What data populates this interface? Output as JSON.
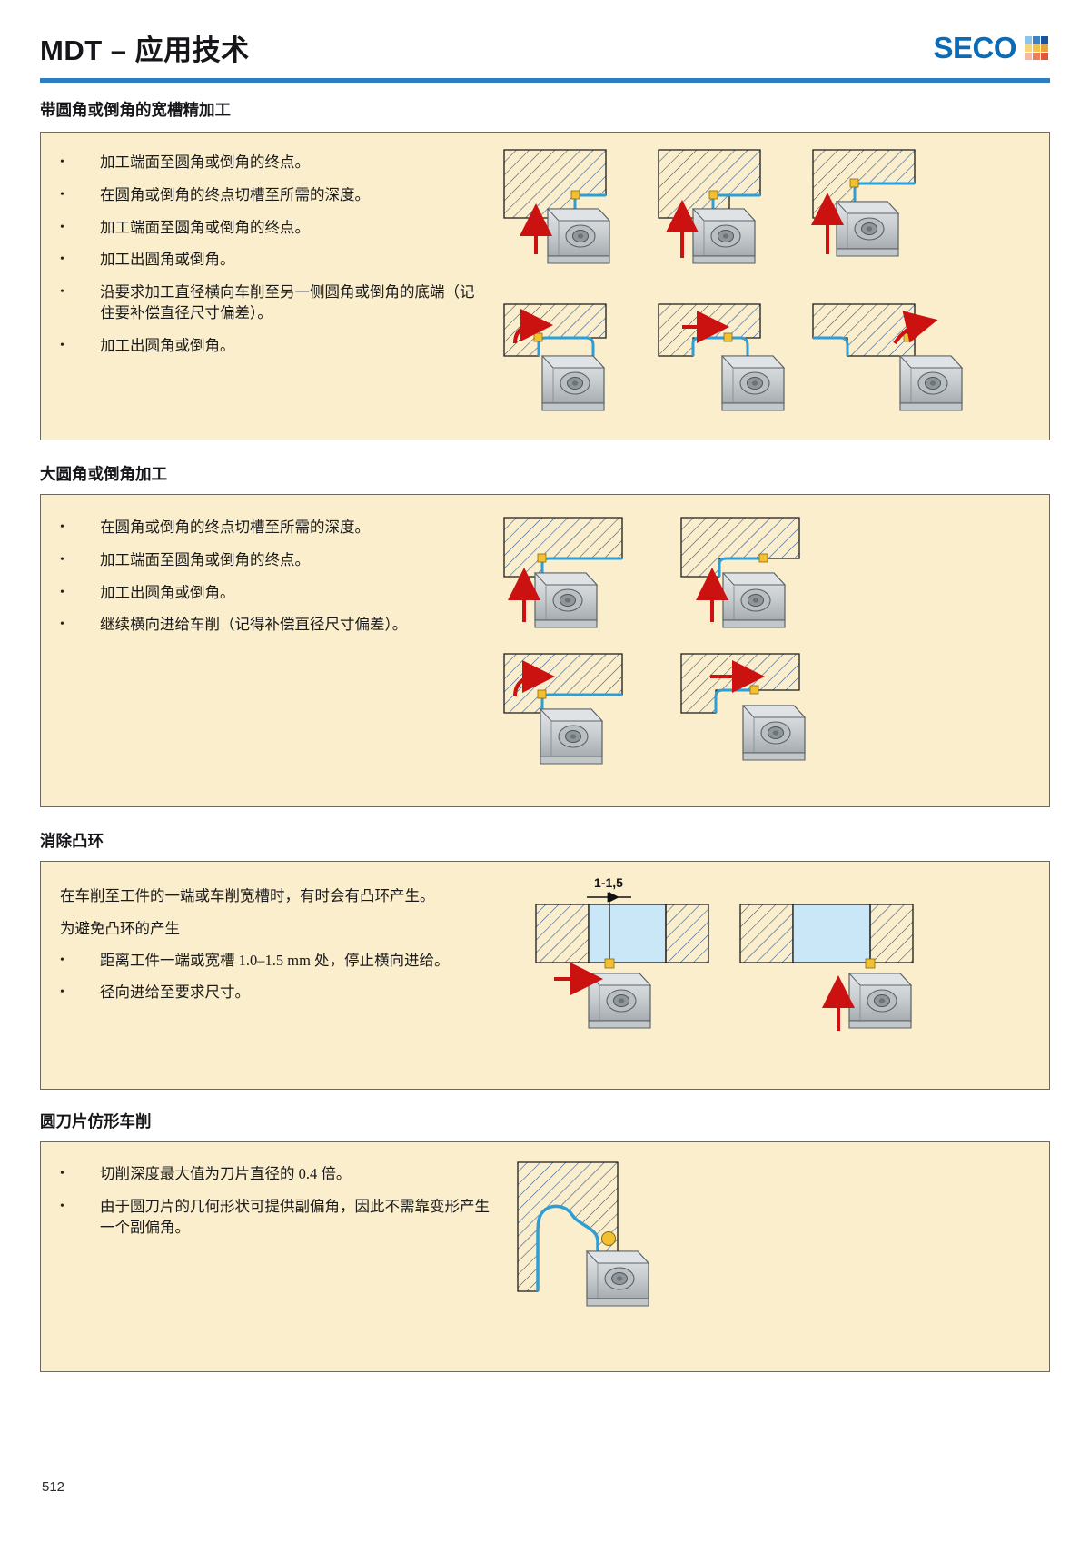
{
  "header": {
    "title": "MDT – 应用技术",
    "logo_word": "SECO",
    "logo_colors": [
      "#8fc4e8",
      "#3f82c4",
      "#17569e",
      "#f5d774",
      "#f2c14a",
      "#e8a33a",
      "#f6b9a0",
      "#ef7f5c",
      "#e2553a"
    ]
  },
  "sections": [
    {
      "id": "wide-groove-finishing",
      "heading": "带圆角或倒角的宽槽精加工",
      "bullets": [
        "加工端面至圆角或倒角的终点。",
        "在圆角或倒角的终点切槽至所需的深度。",
        "加工端面至圆角或倒角的终点。",
        "加工出圆角或倒角。",
        "沿要求加工直径横向车削至另一侧圆角或倒角的底端（记住要补偿直径尺寸偏差）。",
        "加工出圆角或倒角。"
      ]
    },
    {
      "id": "large-radius-chamfer",
      "heading": "大圆角或倒角加工",
      "bullets": [
        "在圆角或倒角的终点切槽至所需的深度。",
        "加工端面至圆角或倒角的终点。",
        "加工出圆角或倒角。",
        "继续横向进给车削（记得补偿直径尺寸偏差）。"
      ]
    },
    {
      "id": "remove-collar",
      "heading": "消除凸环",
      "paragraphs": [
        "在车削至工件的一端或车削宽槽时，有时会有凸环产生。",
        "为避免凸环的产生"
      ],
      "bullets": [
        "距离工件一端或宽槽 1.0–1.5 mm 处，停止横向进给。",
        "径向进给至要求尺寸。"
      ],
      "dimension_label": "1-1,5"
    },
    {
      "id": "round-insert-profiling",
      "heading": "圆刀片仿形车削",
      "bullets": [
        "切削深度最大值为刀片直径的 0.4 倍。",
        "由于圆刀片的几何形状可提供副偏角，因此不需靠变形产生一个副偏角。"
      ]
    }
  ],
  "figures": {
    "colors": {
      "workpiece_fill": "#c9e7f7",
      "hatch_stroke": "#1f4f8f",
      "tool_body": "#cfd3d6",
      "tool_shade": "#9aa1a6",
      "insert": "#f2c030",
      "arrow": "#cc1111",
      "blue_path": "#2e9fd6",
      "outline": "#1a1a1a"
    },
    "arrow_directions": {
      "section1": [
        "up",
        "up",
        "up",
        "curve-right",
        "right",
        "curve-up"
      ],
      "section2": [
        "up",
        "up",
        "curve-right",
        "right"
      ],
      "section3": [
        "right",
        "up"
      ]
    }
  },
  "footer": {
    "page_number": "512"
  }
}
